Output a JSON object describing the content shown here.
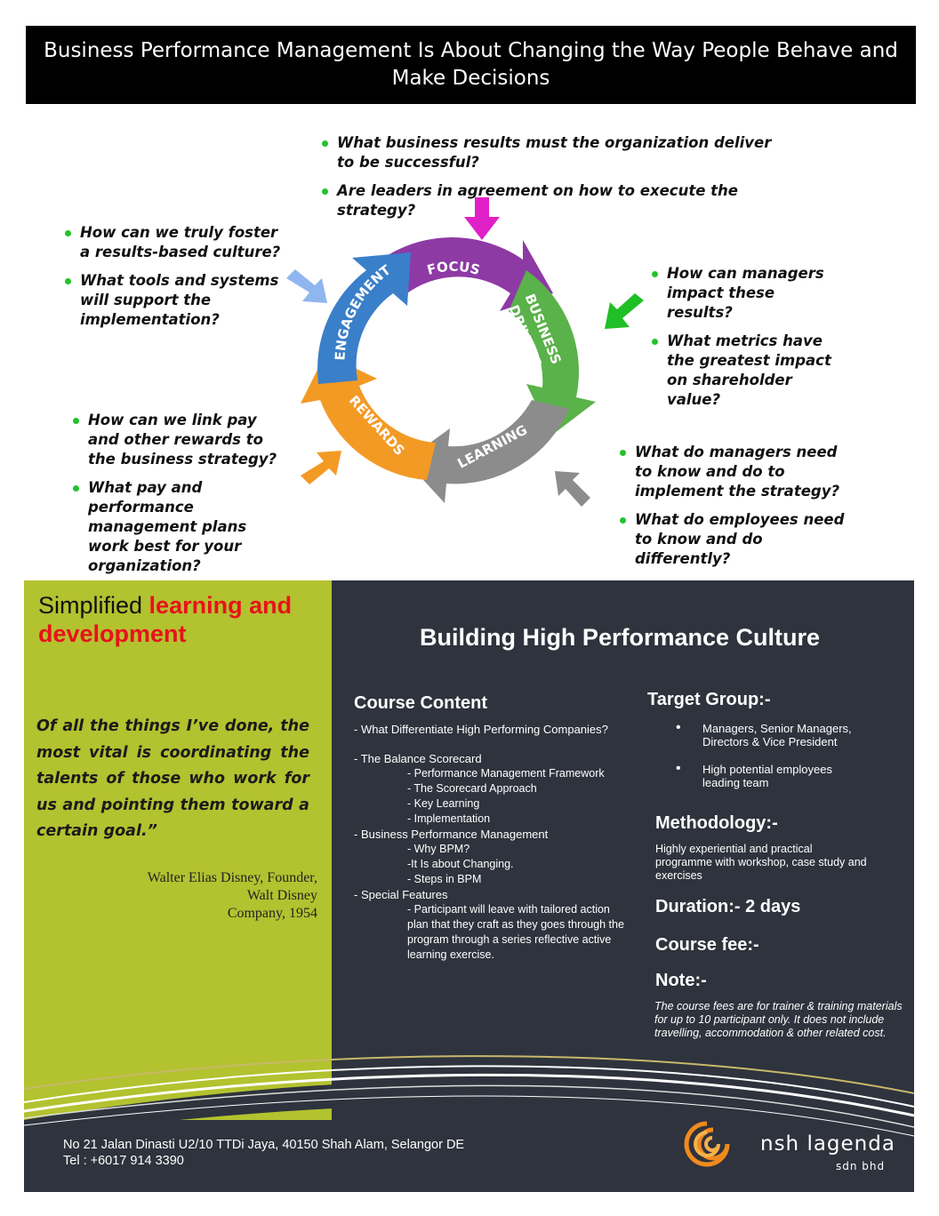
{
  "header": {
    "line1": "Business Performance Management Is About Changing the Way People Behave and",
    "line2": "Make Decisions"
  },
  "questions": {
    "top": [
      "What business results must the organization deliver to be successful?",
      "Are leaders in agreement on how to execute the strategy?"
    ],
    "left_upper": [
      "How can we truly foster a results-based culture?",
      "What tools and systems will support the implementation?"
    ],
    "right_upper": [
      "How can managers impact these results?",
      "What metrics have the greatest impact on shareholder value?"
    ],
    "left_lower": [
      "How can we link pay and other rewards to the business strategy?",
      "What pay and performance management plans work best for your organization?"
    ],
    "right_lower": [
      "What do managers need to know and do to implement the strategy?",
      "What do employees need to know and do differently?"
    ]
  },
  "cycle": {
    "focus": "FOCUS",
    "business_drivers_1": "BUSINESS",
    "business_drivers_2": "DRIVERS",
    "learning": "LEARNING",
    "rewards": "REWARDS",
    "engagement": "ENGAGEMENT",
    "colors": {
      "focus": "#8e3aa5",
      "drivers": "#5ab24a",
      "learning": "#8c8c8c",
      "rewards": "#f39a25",
      "engagement": "#3a7fc9"
    }
  },
  "arrow_colors": {
    "top": "#e020c8",
    "left_upper": "#8fb6ee",
    "right_upper": "#1fbf26",
    "left_lower": "#f39a25",
    "right_lower": "#8c8c8c"
  },
  "left_panel": {
    "simplified": "Simplified ",
    "red_text": "learning and development",
    "quote": "Of all the things I’ve done, the most vital is coordinating the talents of those who work for us and pointing them toward a certain goal.”",
    "attribution_1": "Walter Elias Disney, Founder,",
    "attribution_2": "Walt Disney",
    "attribution_3": "Company, 1954"
  },
  "right_panel": {
    "title": "Building High Performance Culture",
    "course_content_heading": "Course Content",
    "course_items": [
      {
        "level": 1,
        "text": "- What Differentiate High Performing Companies?"
      },
      {
        "level": 1,
        "text": "- The Balance Scorecard",
        "gap": true
      },
      {
        "level": 2,
        "text": "- Performance Management Framework"
      },
      {
        "level": 2,
        "text": "- The Scorecard Approach"
      },
      {
        "level": 2,
        "text": "- Key Learning"
      },
      {
        "level": 2,
        "text": "- Implementation"
      },
      {
        "level": 1,
        "text": "- Business Performance Management"
      },
      {
        "level": 2,
        "text": "- Why BPM?"
      },
      {
        "level": 2,
        "text": "-It Is about Changing."
      },
      {
        "level": 2,
        "text": "- Steps in BPM"
      },
      {
        "level": 1,
        "text": "- Special Features"
      },
      {
        "level": 2,
        "text": "- Participant will leave with tailored action plan that they craft as they goes through the program through a series reflective active learning exercise."
      }
    ],
    "target_heading": "Target Group:-",
    "target_items": [
      "Managers, Senior Managers, Directors & Vice President",
      "High potential employees leading team"
    ],
    "methodology_heading": "Methodology:-",
    "methodology_text": "Highly experiential and practical programme with workshop, case study and exercises",
    "duration": "Duration:- 2 days",
    "course_fee": "Course fee:-",
    "note_heading": "Note:-",
    "note_text": "The course fees are for trainer & training materials for up to 10 participant only. It does not include travelling, accommodation & other related cost."
  },
  "footer": {
    "address": "No 21 Jalan Dinasti U2/10 TTDi Jaya, 40150 Shah Alam, Selangor DE",
    "tel": "Tel   : +6017 914 3390",
    "brand": "nsh lagenda",
    "brand_sub": "sdn bhd",
    "logo_color": "#f08a1d"
  }
}
